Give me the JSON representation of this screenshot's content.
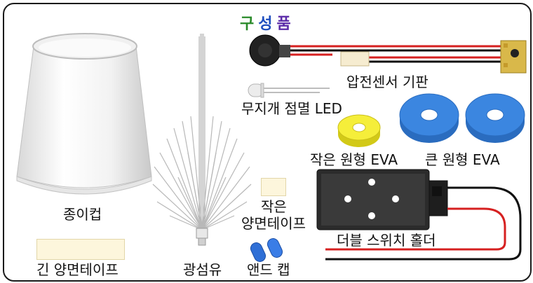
{
  "title": {
    "chars": [
      "구",
      "성",
      "품"
    ],
    "colors": [
      "#2a8a2a",
      "#1f4fbf",
      "#5a2aa8"
    ]
  },
  "labels": {
    "paper_cup": "종이컵",
    "long_tape": "긴 양면테이프",
    "optical_fiber": "광섬유",
    "small_tape_line1": "작은",
    "small_tape_line2": "양면테이프",
    "end_cap": "앤드 캡",
    "pressure_sensor": "압전센서 기판",
    "rainbow_led": "무지개 점멸 LED",
    "small_eva": "작은 원형 EVA",
    "large_eva": "큰 원형 EVA",
    "battery_holder": "더블 스위치 홀더"
  },
  "colors": {
    "small_eva": "#f5ee3a",
    "large_eva": "#3b86e0",
    "end_cap": "#2f6fd6",
    "tape": "#fdf6dc",
    "wire_red": "#d62020",
    "wire_black": "#111111"
  }
}
